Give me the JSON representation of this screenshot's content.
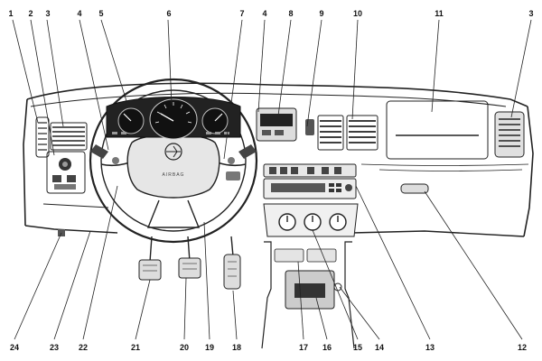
{
  "callouts_top": [
    "1",
    "2",
    "3",
    "4",
    "5",
    "6",
    "7",
    "4",
    "8",
    "9",
    "10",
    "11",
    "3"
  ],
  "callouts_bottom": [
    "24",
    "23",
    "22",
    "21",
    "20",
    "19",
    "18",
    "17",
    "16",
    "15",
    "14",
    "13",
    "12"
  ],
  "airbag_label": "AIRBAG"
}
